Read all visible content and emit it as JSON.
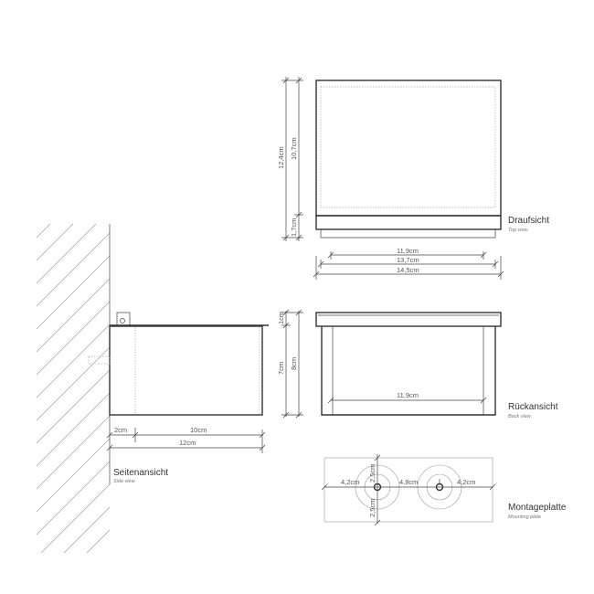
{
  "top_view": {
    "title": "Draufsicht",
    "subtitle": "Top view",
    "dims": {
      "height_total": "12,4cm",
      "height_inner": "10,7cm",
      "height_base": "1,7cm",
      "width_inner": "11,9cm",
      "width_mid": "13,7cm",
      "width_total": "14,5cm"
    }
  },
  "back_view": {
    "title": "Rückansicht",
    "subtitle": "Back view",
    "dims": {
      "lid": "1cm",
      "body": "7cm",
      "total": "8cm",
      "width_inner": "11,9cm"
    }
  },
  "side_view": {
    "title": "Seitenansicht",
    "subtitle": "Side view",
    "dims": {
      "offset": "2cm",
      "depth": "10cm",
      "total": "12cm"
    }
  },
  "mounting_plate": {
    "title": "Montageplatte",
    "subtitle": "Mounting plate",
    "dims": {
      "left": "4,2cm",
      "between": "4,9cm",
      "right": "4,2cm",
      "up": "2,5cm",
      "down": "2,5cm"
    }
  }
}
